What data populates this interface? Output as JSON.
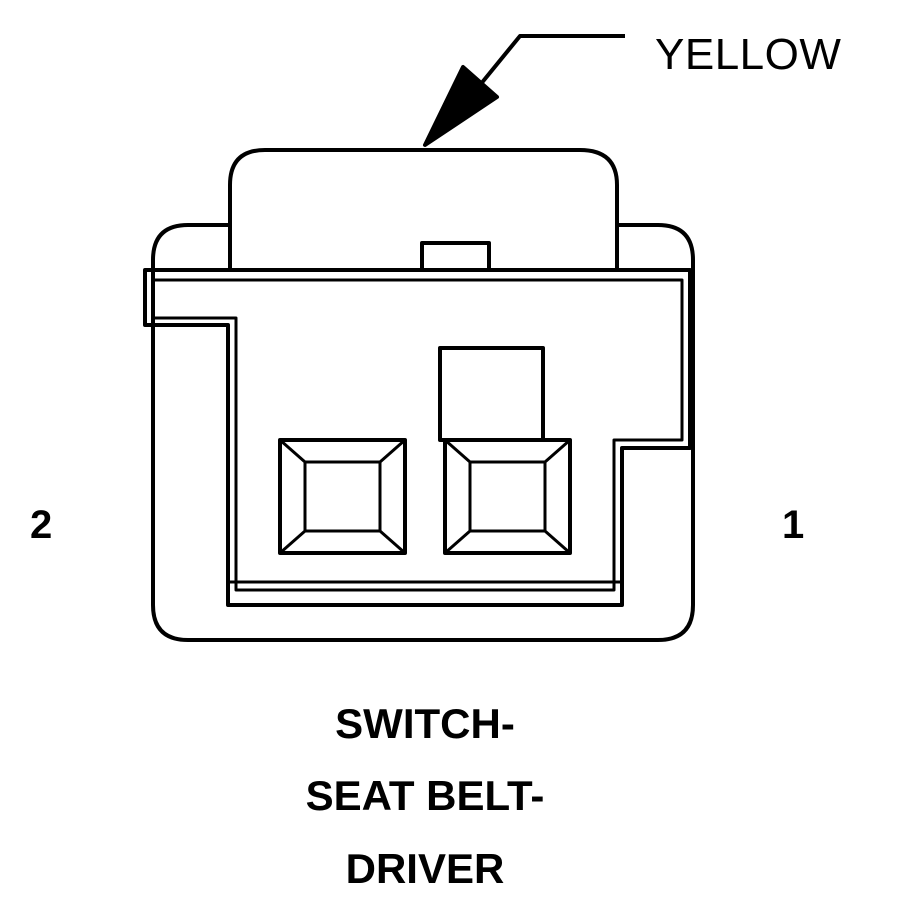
{
  "connector": {
    "color_label": "YELLOW",
    "pin_left_label": "2",
    "pin_right_label": "1",
    "title_lines": [
      "SWITCH-",
      "SEAT BELT-",
      "DRIVER"
    ]
  },
  "colors": {
    "stroke": "#000000",
    "background": "#ffffff"
  }
}
